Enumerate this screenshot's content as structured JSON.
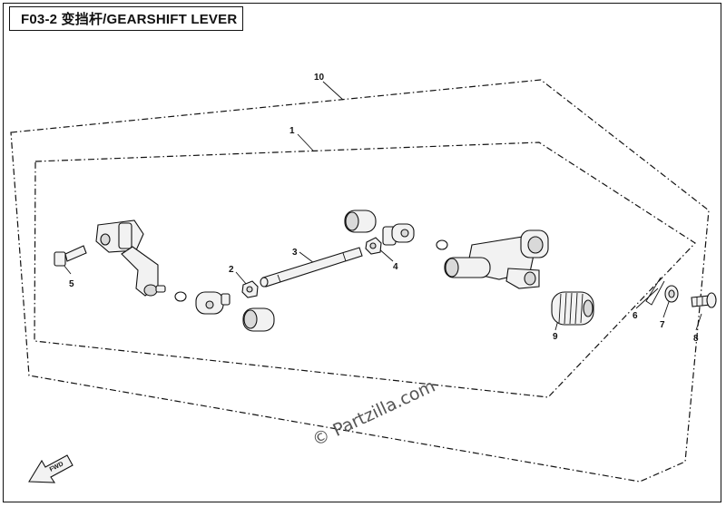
{
  "title": "F03-2 变挡杆/GEARSHIFT LEVER",
  "callouts": {
    "c1": "1",
    "c2": "2",
    "c3": "3",
    "c4": "4",
    "c5": "5",
    "c6": "6",
    "c7": "7",
    "c8": "8",
    "c9": "9",
    "c10": "10"
  },
  "watermark": "© Partzilla.com",
  "direction_tag": "FWD"
}
